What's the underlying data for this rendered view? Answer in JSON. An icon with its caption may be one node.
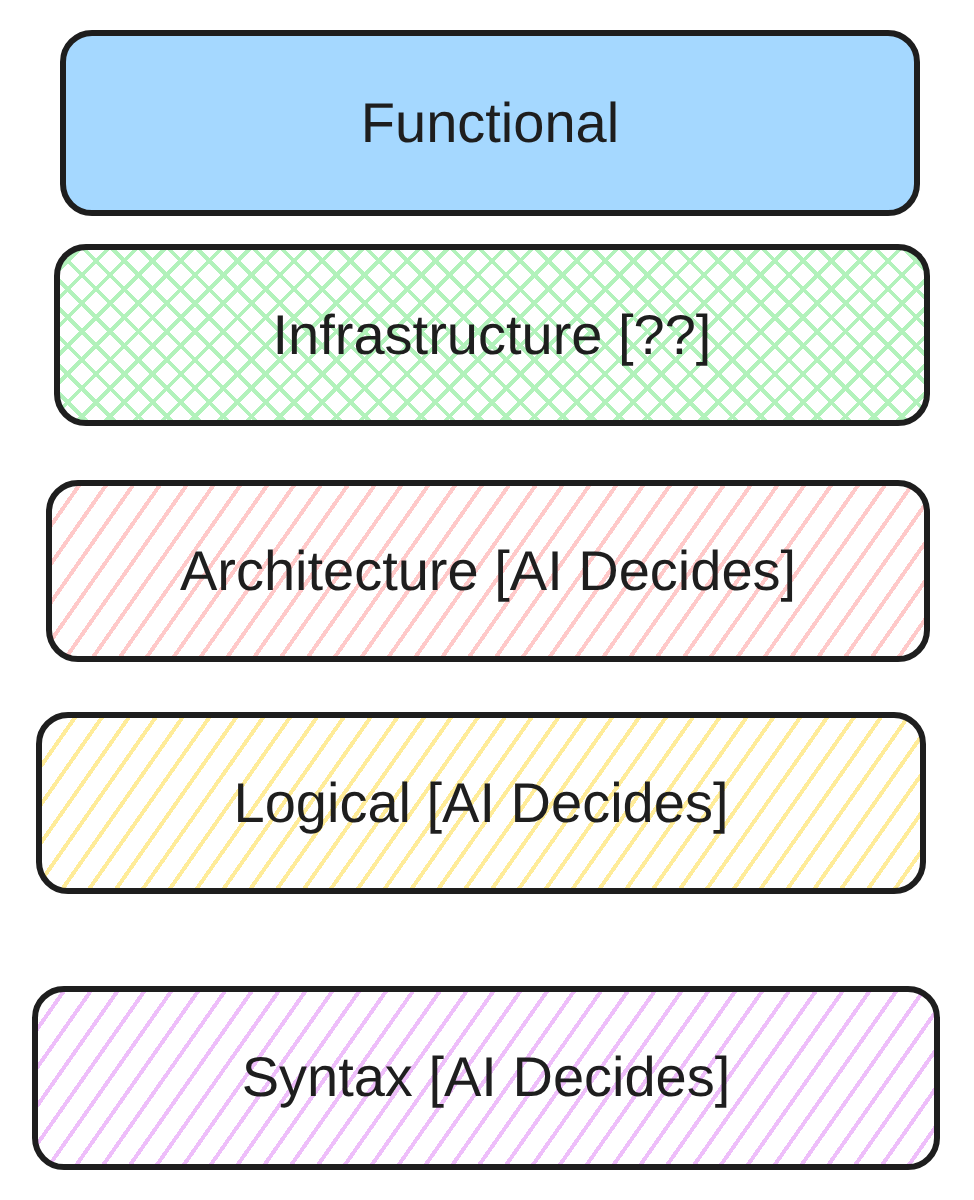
{
  "diagram": {
    "nodes": [
      {
        "text": [
          "Functional"
        ]
      },
      {
        "text": [
          "Infrastructure [??]"
        ]
      },
      {
        "text": [
          "Architecture [AI Decides]"
        ]
      },
      {
        "text": [
          "Logical [AI Decides]"
        ]
      },
      {
        "text": [
          "Syntax [AI Decides]"
        ]
      }
    ]
  }
}
